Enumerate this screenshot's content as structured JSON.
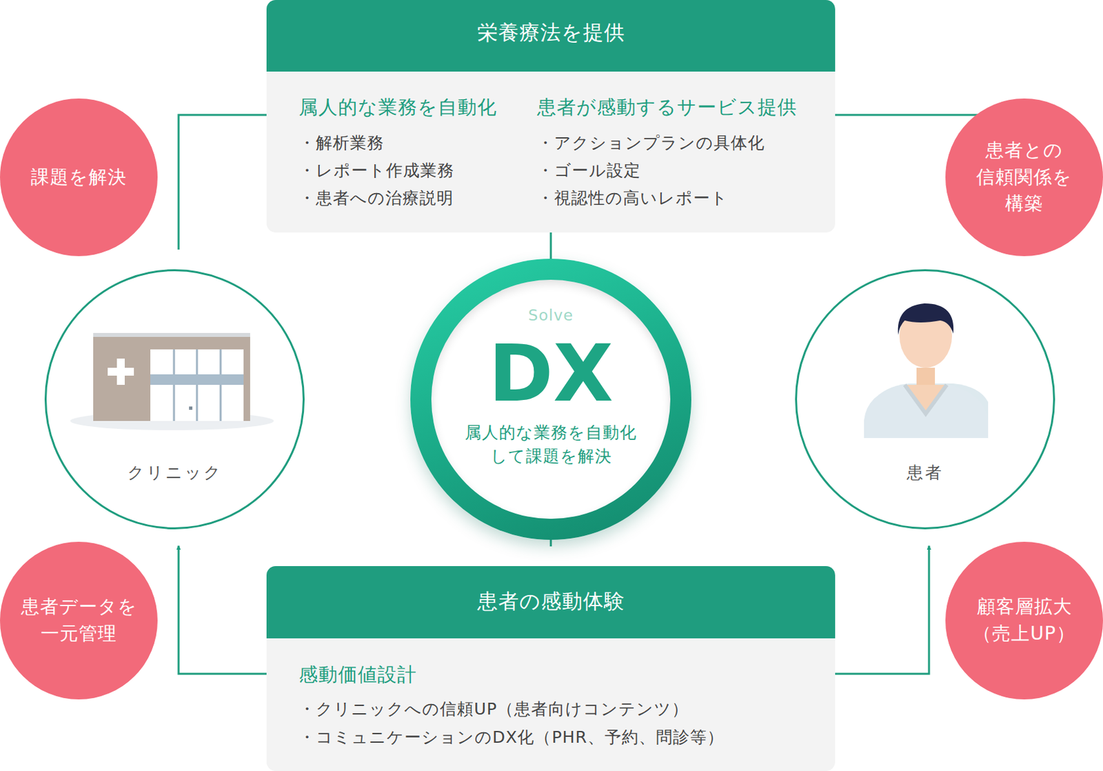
{
  "diagram": {
    "nodes": [
      {
        "text": [
          "栄養療法を提供",
          "属人的な業務を自動化",
          "・解析業務",
          "・レポート作成業務",
          "・患者への治療説明",
          "患者が感動するサービス提供",
          "・アクションプランの具体化",
          "・ゴール設定",
          "・視認性の高いレポート"
        ]
      },
      {
        "text": [
          "課題を解決"
        ]
      },
      {
        "text": [
          "患者との 信頼関係を 構築"
        ]
      },
      {
        "text": [
          "クリニック"
        ]
      },
      {
        "text": [
          "Solve",
          "DX",
          "属人的な業務を自動化 して課題を解決"
        ]
      },
      {
        "text": [
          "患者"
        ]
      },
      {
        "text": [
          "患者データを 一元管理"
        ]
      },
      {
        "text": [
          "顧客層拡大 （売上UP）"
        ]
      },
      {
        "text": [
          "患者の感動体験",
          "感動価値設計",
          "・クリニックへの信頼UP（患者向けコンテンツ）",
          "・コミュニケーションのDX化（PHR、予約、問診等）"
        ]
      }
    ],
    "edges": [
      {
        "from": 3,
        "to": 0,
        "arrow": "none"
      },
      {
        "from": 0,
        "to": 5,
        "arrow": "to"
      },
      {
        "from": 5,
        "to": 8,
        "arrow": "none"
      },
      {
        "from": 8,
        "to": 3,
        "arrow": "to"
      }
    ]
  }
}
